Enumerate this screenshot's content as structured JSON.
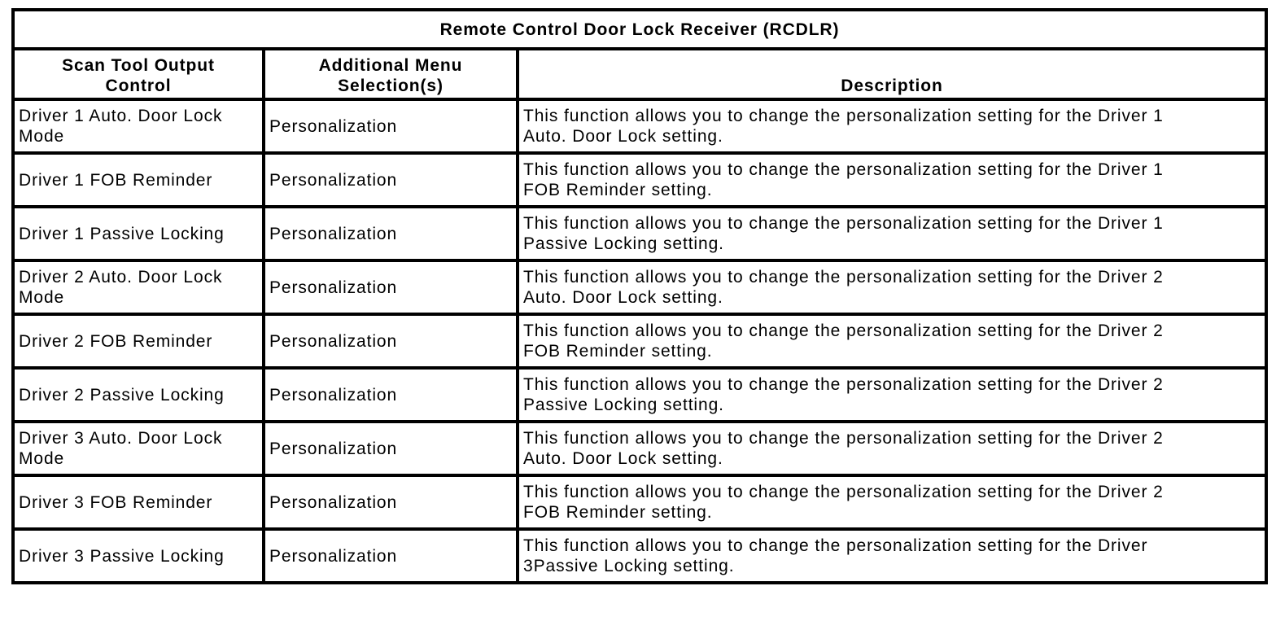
{
  "page": {
    "background_color": "#ffffff",
    "text_color": "#000000",
    "border_color": "#000000"
  },
  "table": {
    "title": "Remote Control Door Lock Receiver (RCDLR)",
    "columns": [
      {
        "label": "Scan Tool Output\nControl"
      },
      {
        "label": "Additional Menu\nSelection(s)"
      },
      {
        "label": "Description"
      }
    ],
    "rows": [
      {
        "control": "Driver 1 Auto. Door Lock\nMode",
        "menu": "Personalization",
        "description": "This function allows you to change the personalization setting for the Driver 1\nAuto. Door Lock setting."
      },
      {
        "control": "Driver 1 FOB Reminder",
        "menu": "Personalization",
        "description": "This function allows you to change the personalization setting for the Driver 1\nFOB Reminder setting."
      },
      {
        "control": "Driver 1 Passive Locking",
        "menu": "Personalization",
        "description": "This function allows you to change the personalization setting for the Driver 1\nPassive Locking setting."
      },
      {
        "control": "Driver 2 Auto. Door Lock\nMode",
        "menu": "Personalization",
        "description": "This function allows you to change the personalization setting for the Driver 2\nAuto. Door Lock setting."
      },
      {
        "control": "Driver 2 FOB Reminder",
        "menu": "Personalization",
        "description": "This function allows you to change the personalization setting for the Driver 2\nFOB Reminder setting."
      },
      {
        "control": "Driver 2 Passive Locking",
        "menu": "Personalization",
        "description": "This function allows you to change the personalization setting for the Driver 2\nPassive Locking setting."
      },
      {
        "control": "Driver 3 Auto. Door Lock\nMode",
        "menu": "Personalization",
        "description": "This function allows you to change the personalization setting for the Driver 2\nAuto. Door Lock setting."
      },
      {
        "control": "Driver 3 FOB Reminder",
        "menu": "Personalization",
        "description": "This function allows you to change the personalization setting for the Driver 2\nFOB Reminder setting."
      },
      {
        "control": "Driver 3 Passive Locking",
        "menu": "Personalization",
        "description": "This function allows you to change the personalization setting for the Driver\n3Passive Locking setting."
      }
    ]
  }
}
